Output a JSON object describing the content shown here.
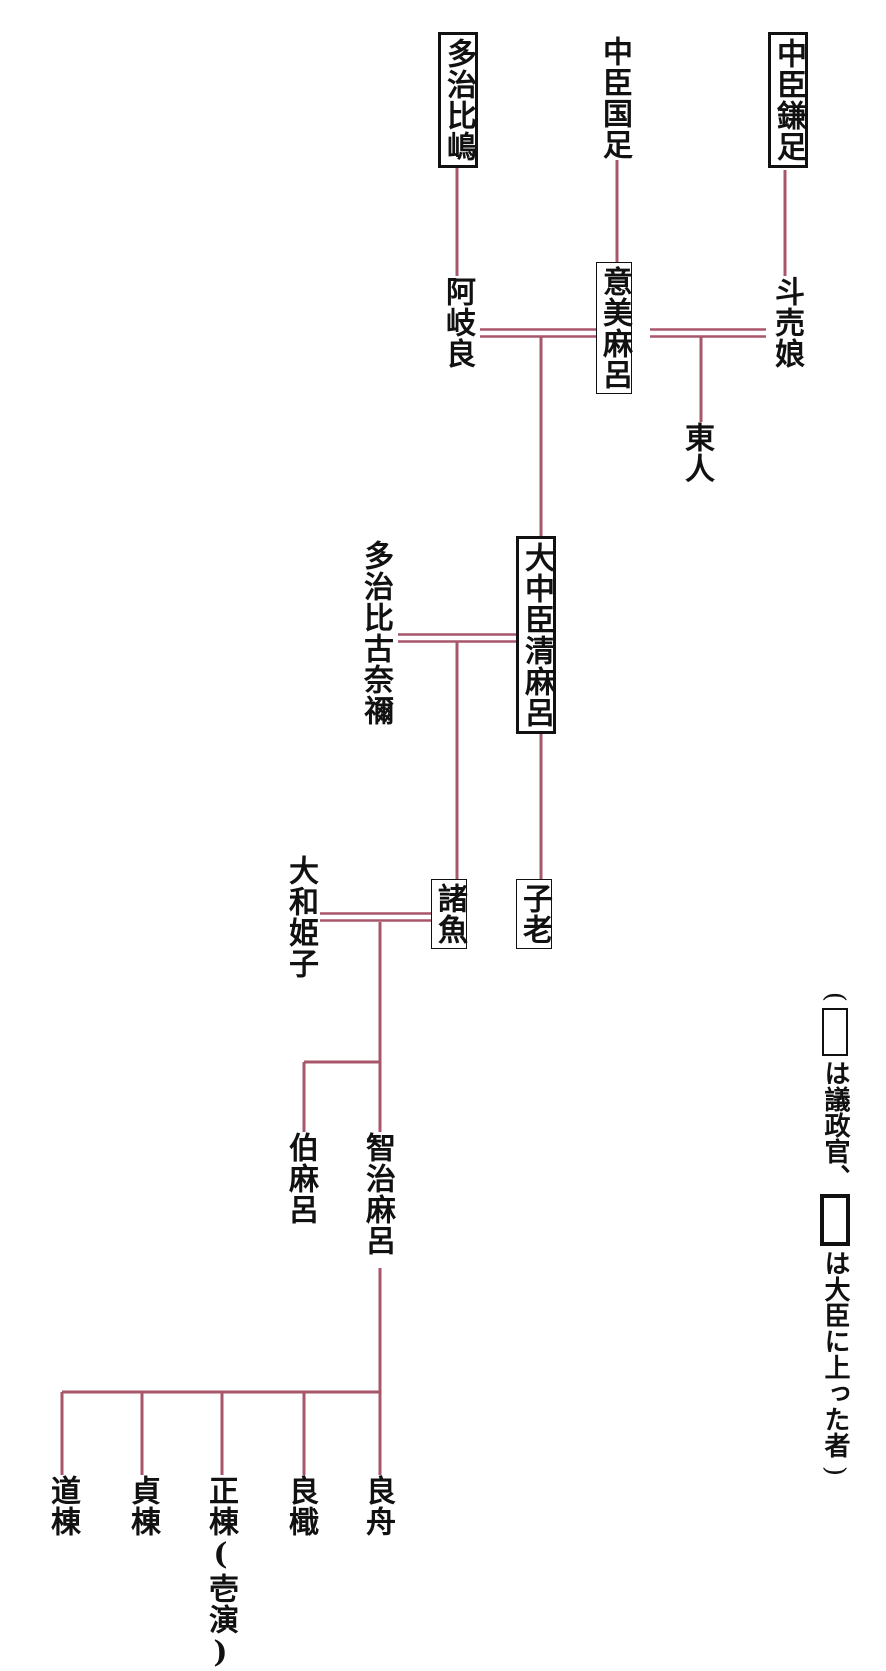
{
  "line_color": "#a8576b",
  "text_color": "#111111",
  "persons": {
    "nakatomi_kamatari": "中臣鎌足",
    "nakatomi_kunitari": "中臣国足",
    "tajihi_shima": "多治比嶋",
    "tomeiratsume": "斗売娘",
    "omimaro": "意美麻呂",
    "akira": "阿岐良",
    "azumahito": "東人",
    "kiyomaro": "大中臣清麻呂",
    "tajihi_konamine": "多治比古奈禰",
    "morouo": "諸魚",
    "korou": "子老",
    "yamato_hime": "大和姫子",
    "hakumaro": "伯麻呂",
    "chijimaro": "智治麻呂",
    "yoshifune": "良舟",
    "yoshiori": "良檝",
    "masamune": "正棟(壱演)",
    "sadamune": "貞棟",
    "michimune": "道棟"
  },
  "legend": {
    "open": "(",
    "part1": "は議政官、",
    "part2": "は大臣に上った者",
    "close": ")"
  }
}
